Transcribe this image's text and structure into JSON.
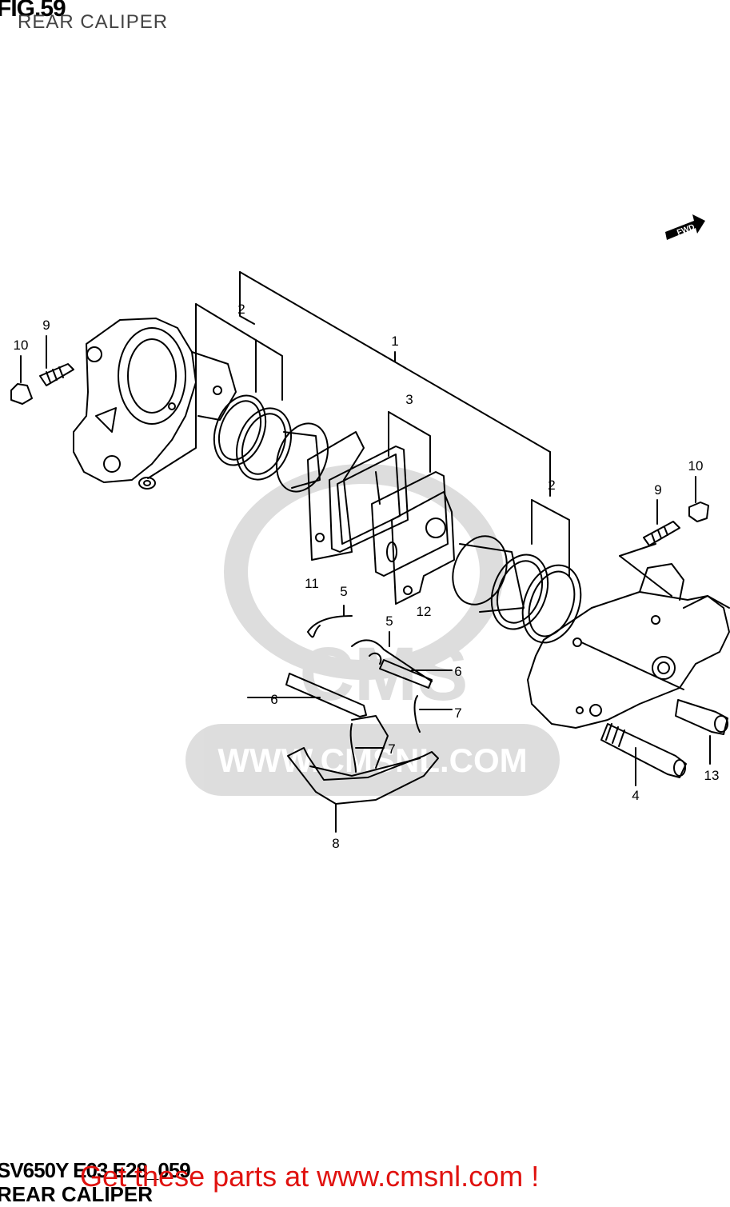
{
  "figure": {
    "number_label": "FIG.59",
    "title": "REAR CALIPER",
    "code": "SV650Y E03 E28_059",
    "subtitle": "REAR CALIPER",
    "direction_label": "FWD"
  },
  "watermark": {
    "brand": "CMS",
    "url": "WWW.CMSNL.COM"
  },
  "promo": {
    "text": "Get these parts at www.cmsnl.com !",
    "color": "#e0120f"
  },
  "callouts": {
    "c1": "1",
    "c2a": "2",
    "c2b": "2",
    "c3": "3",
    "c4": "4",
    "c5a": "5",
    "c5b": "5",
    "c6a": "6",
    "c6b": "6",
    "c7a": "7",
    "c7b": "7",
    "c8": "8",
    "c9a": "9",
    "c9b": "9",
    "c10a": "10",
    "c10b": "10",
    "c11": "11",
    "c12": "12",
    "c13": "13"
  }
}
